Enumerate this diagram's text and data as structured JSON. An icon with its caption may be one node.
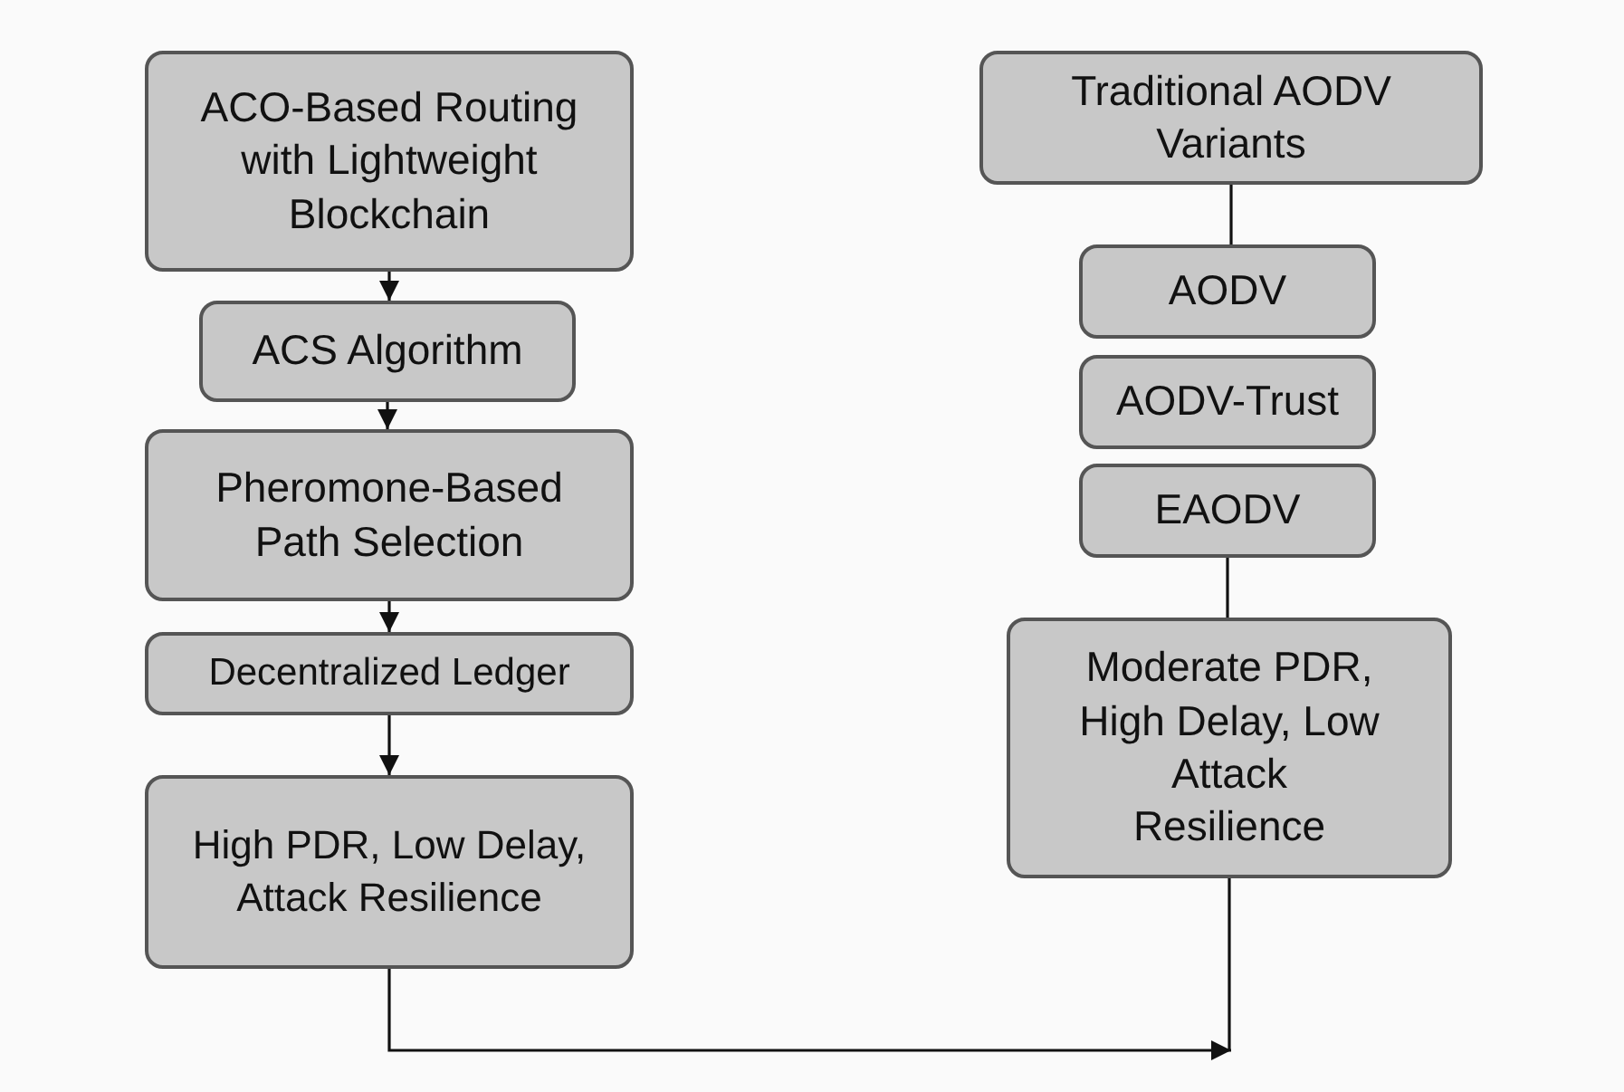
{
  "diagram": {
    "nodes": [
      {
        "text": [
          "ACO-Based Routing with Lightweight Blockchain"
        ]
      },
      {
        "text": [
          "ACS Algorithm"
        ]
      },
      {
        "text": [
          "Pheromone-Based Path Selection"
        ]
      },
      {
        "text": [
          "Decentralized Ledger"
        ]
      },
      {
        "text": [
          "High PDR, Low Delay, Attack Resilience"
        ]
      },
      {
        "text": [
          "Traditional AODV Variants"
        ]
      },
      {
        "text": [
          "AODV"
        ]
      },
      {
        "text": [
          "AODV-Trust"
        ]
      },
      {
        "text": [
          "EAODV"
        ]
      },
      {
        "text": [
          "Moderate PDR, High Delay, Low Attack Resilience"
        ]
      }
    ],
    "edges": [
      {
        "from": 0,
        "to": 1,
        "arrow": "to"
      },
      {
        "from": 1,
        "to": 2,
        "arrow": "to"
      },
      {
        "from": 2,
        "to": 3,
        "arrow": "to"
      },
      {
        "from": 3,
        "to": 4,
        "arrow": "to"
      },
      {
        "from": 5,
        "to": 6,
        "arrow": "none"
      },
      {
        "from": 8,
        "to": 9,
        "arrow": "none"
      },
      {
        "from": 4,
        "to": null,
        "arrow": "to"
      },
      {
        "from": 9,
        "to": null,
        "arrow": "none"
      }
    ]
  }
}
